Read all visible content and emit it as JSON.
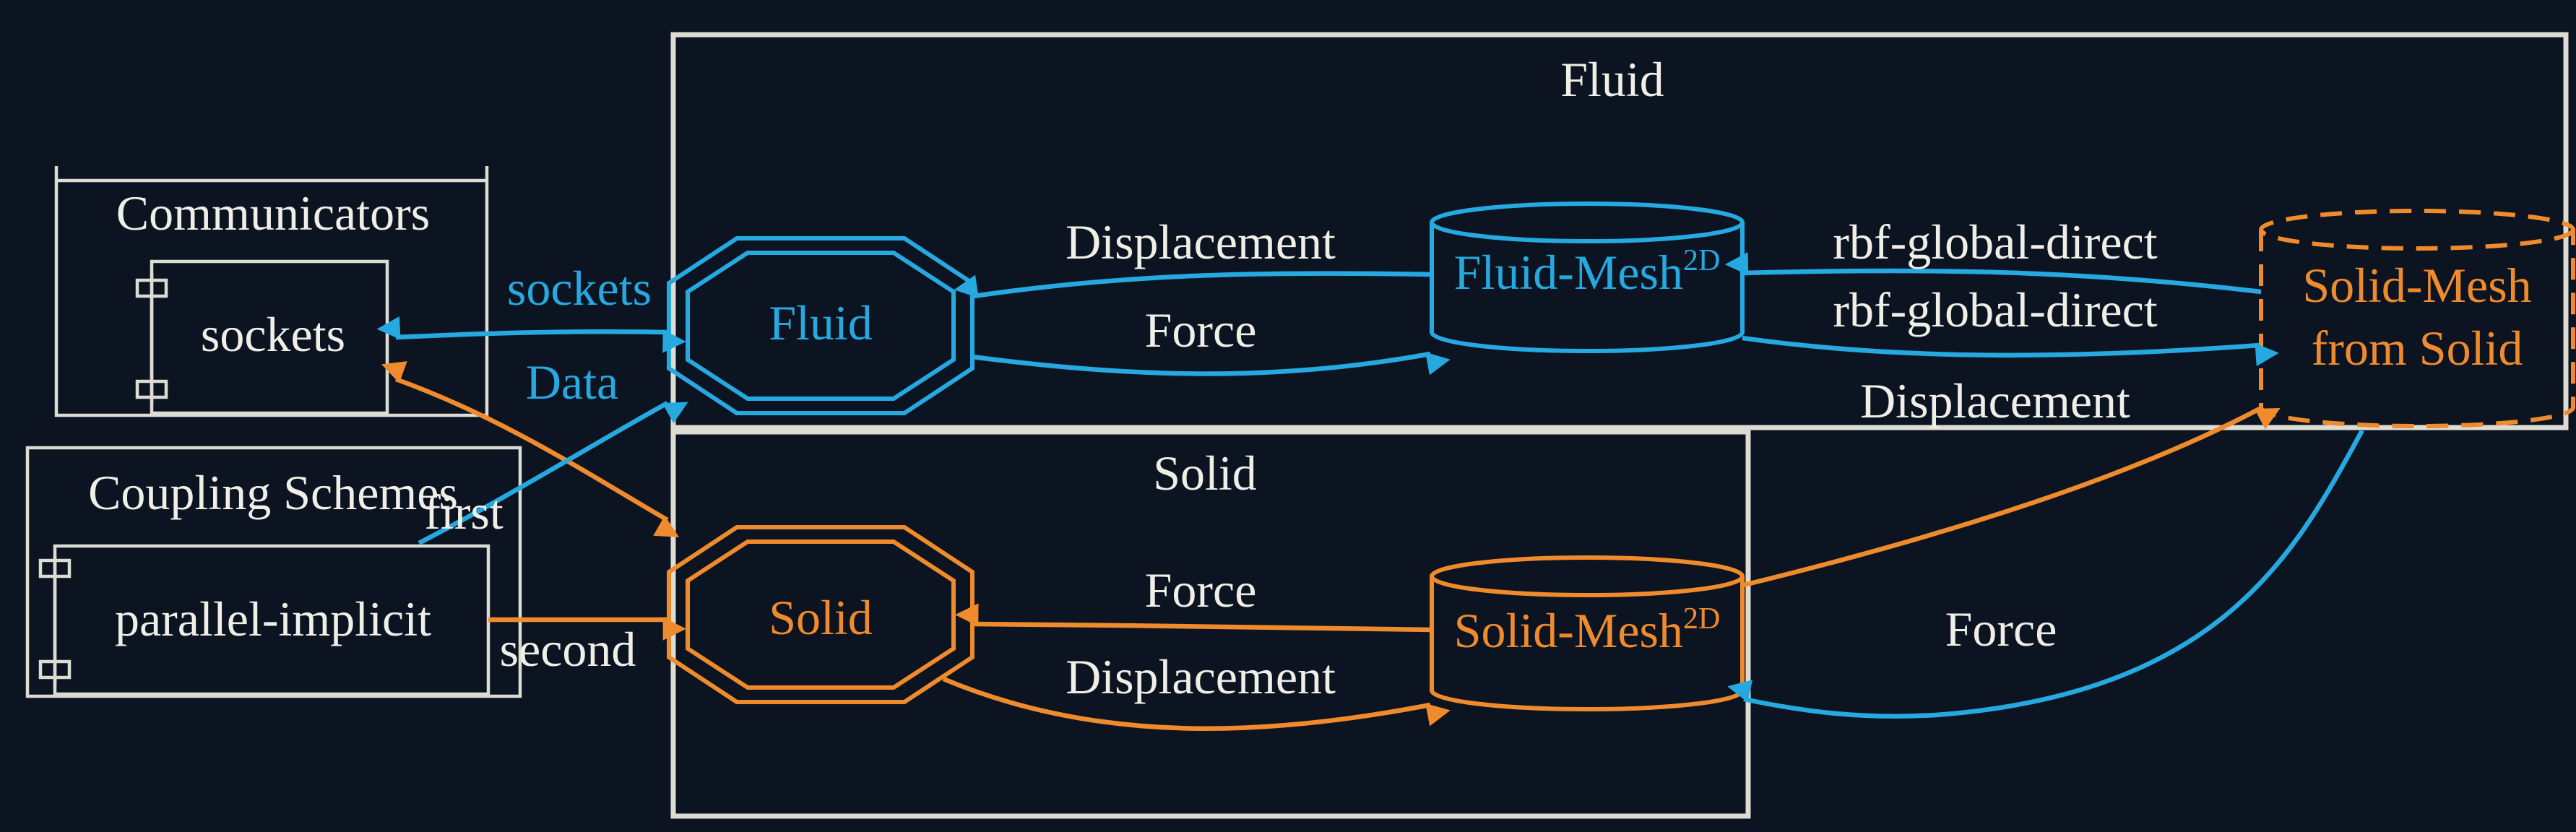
{
  "colors": {
    "background": "#0d1421",
    "frame": "#dcdcd2",
    "fluid": "#25a9e0",
    "solid": "#ef8b2c",
    "text": "#efefe8"
  },
  "clusters": {
    "fluid": "Fluid",
    "solid": "Solid",
    "communicators": "Communicators",
    "coupling_schemes": "Coupling Schemes"
  },
  "components": {
    "sockets": "sockets",
    "parallel_implicit": "parallel-implicit"
  },
  "participants": {
    "fluid": "Fluid",
    "solid": "Solid"
  },
  "meshes": {
    "fluid_mesh": "Fluid-Mesh",
    "fluid_mesh_dim": "2D",
    "solid_mesh": "Solid-Mesh",
    "solid_mesh_dim": "2D",
    "received_mesh_line1": "Solid-Mesh",
    "received_mesh_line2": "from Solid"
  },
  "edge_labels": {
    "sockets": "sockets",
    "data": "Data",
    "first": "first",
    "second": "second",
    "fluid_displacement": "Displacement",
    "fluid_force": "Force",
    "mapping_read": "rbf-global-direct",
    "mapping_write": "rbf-global-direct",
    "exchange_displacement": "Displacement",
    "exchange_force": "Force",
    "solid_force": "Force",
    "solid_displacement": "Displacement"
  }
}
